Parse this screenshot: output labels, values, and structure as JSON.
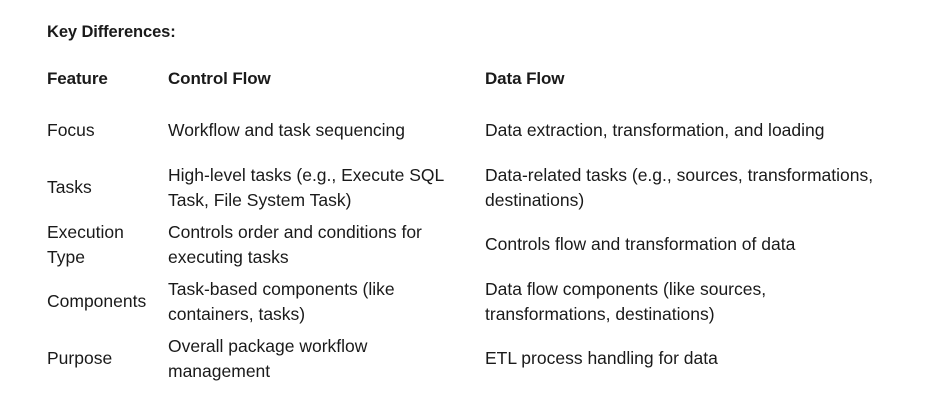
{
  "document": {
    "section_title": "Key Differences:",
    "background_color": "#ffffff",
    "text_color": "#1a1a1a"
  },
  "table": {
    "headers": [
      "Feature",
      "Control Flow",
      "Data Flow"
    ],
    "rows": [
      {
        "feature": "Focus",
        "control_flow": "Workflow and task sequencing",
        "data_flow": "Data extraction, transformation, and loading"
      },
      {
        "feature": "Tasks",
        "control_flow": "High-level tasks (e.g., Execute SQL Task, File System Task)",
        "data_flow": "Data-related tasks (e.g., sources, transformations, destinations)"
      },
      {
        "feature": "Execution Type",
        "control_flow": "Controls order and conditions for executing tasks",
        "data_flow": "Controls flow and transformation of data"
      },
      {
        "feature": "Components",
        "control_flow": "Task-based components (like containers, tasks)",
        "data_flow": "Data flow components (like sources, transformations, destinations)"
      },
      {
        "feature": "Purpose",
        "control_flow": "Overall package workflow management",
        "data_flow": "ETL process handling for data"
      }
    ]
  }
}
